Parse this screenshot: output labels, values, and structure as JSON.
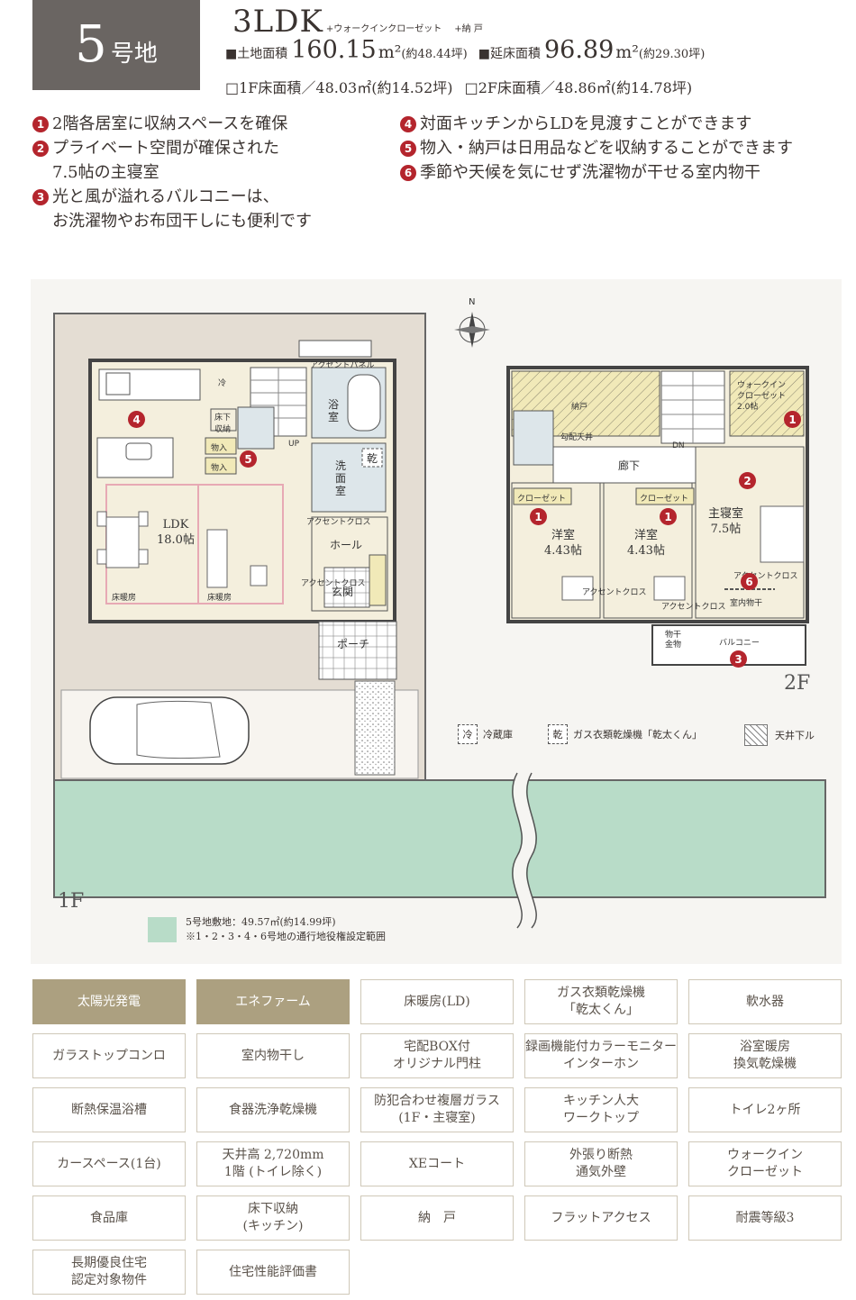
{
  "header": {
    "lot_number": "5",
    "lot_suffix": "号地",
    "layout": "3LDK",
    "layout_extra1": "+ウォークインクローゼット",
    "layout_extra2": "+納 戸",
    "land_label": "■土地面積",
    "land_value": "160.15",
    "land_unit": "m²",
    "land_tsubo": "(約48.44坪)",
    "floor_label": "■延床面積",
    "floor_value": "96.89",
    "floor_unit": "m²",
    "floor_tsubo": "(約29.30坪)",
    "floor1": "□1F床面積／48.03㎡(約14.52坪)",
    "floor2": "□2F床面積／48.86㎡(約14.78坪)"
  },
  "features_left": [
    {
      "n": "1",
      "text": "2階各居室に収納スペースを確保"
    },
    {
      "n": "2",
      "text": "プライベート空間が確保された\n7.5帖の主寝室"
    },
    {
      "n": "3",
      "text": "光と風が溢れるバルコニーは、\nお洗濯物やお布団干しにも便利です"
    }
  ],
  "features_right": [
    {
      "n": "4",
      "text": "対面キッチンからLDを見渡すことができます"
    },
    {
      "n": "5",
      "text": "物入・納戸は日用品などを収納することができます"
    },
    {
      "n": "6",
      "text": "季節や天候を気にせず洗濯物が干せる室内物干"
    }
  ],
  "plan": {
    "compass": "N",
    "floor1_tag": "1F",
    "floor2_tag": "2F",
    "f1": {
      "fridge": "冷",
      "underfloor": "床下\n収納",
      "storage1": "物入",
      "storage2": "物入",
      "up": "UP",
      "accent_panel": "アクセントパネル",
      "bath": "浴\n室",
      "dryer": "乾",
      "washroom": "洗\n面\n室",
      "accent_cross1": "アクセントクロス",
      "hall": "ホール",
      "accent_cross2": "アクセントクロス",
      "entrance": "玄関",
      "porch": "ポーチ",
      "ldk_name": "LDK",
      "ldk_size": "18.0帖",
      "floor_heat1": "床暖房",
      "floor_heat2": "床暖房"
    },
    "f2": {
      "closet_room": "納戸",
      "sloped_ceiling": "勾配天井",
      "dn": "DN",
      "wic": "ウォークイン\nクローゼット\n2.0帖",
      "corridor": "廊下",
      "closet1": "クローゼット",
      "closet2": "クローゼット",
      "room1_name": "洋室",
      "room1_size": "4.43帖",
      "room2_name": "洋室",
      "room2_size": "4.43帖",
      "master_name": "主寝室",
      "master_size": "7.5帖",
      "indoor_dry": "室内物干",
      "accent_a": "アクセントクロス",
      "accent_b": "アクセントクロス",
      "accent_c": "アクセントクロス",
      "hanger": "物干\n金物",
      "balcony": "バルコニー"
    },
    "legend": {
      "fridge_sym": "冷",
      "fridge_text": "冷蔵庫",
      "dryer_sym": "乾",
      "dryer_text": "ガス衣類乾燥機「乾太くん」",
      "ceiling_text": "天井下ル"
    },
    "note_line1": "5号地敷地：49.57㎡(約14.99坪)",
    "note_line2": "※1・2・3・4・6号地の通行地役権設定範囲"
  },
  "specs": [
    {
      "label": "太陽光発電",
      "on": true
    },
    {
      "label": "エネファーム",
      "on": true
    },
    {
      "label": "床暖房(LD)",
      "on": false
    },
    {
      "label": "ガス衣類乾燥機\n「乾太くん」",
      "on": false
    },
    {
      "label": "軟水器",
      "on": false
    },
    {
      "label": "ガラストップコンロ",
      "on": false
    },
    {
      "label": "室内物干し",
      "on": false
    },
    {
      "label": "宅配BOX付\nオリジナル門柱",
      "on": false
    },
    {
      "label": "録画機能付カラーモニター\nインターホン",
      "on": false
    },
    {
      "label": "浴室暖房\n換気乾燥機",
      "on": false
    },
    {
      "label": "断熱保温浴槽",
      "on": false
    },
    {
      "label": "食器洗浄乾燥機",
      "on": false
    },
    {
      "label": "防犯合わせ複層ガラス\n(1F・主寝室)",
      "on": false
    },
    {
      "label": "キッチン人大\nワークトップ",
      "on": false
    },
    {
      "label": "トイレ2ヶ所",
      "on": false
    },
    {
      "label": "カースペース(1台)",
      "on": false
    },
    {
      "label": "天井高 2,720mm\n1階 (トイレ除く)",
      "on": false
    },
    {
      "label": "XEコート",
      "on": false
    },
    {
      "label": "外張り断熱\n通気外壁",
      "on": false
    },
    {
      "label": "ウォークイン\nクローゼット",
      "on": false
    },
    {
      "label": "食品庫",
      "on": false
    },
    {
      "label": "床下収納\n(キッチン)",
      "on": false
    },
    {
      "label": "納　戸",
      "on": false
    },
    {
      "label": "フラットアクセス",
      "on": false
    },
    {
      "label": "耐震等級3",
      "on": false
    },
    {
      "label": "長期優良住宅\n認定対象物件",
      "on": false
    },
    {
      "label": "住宅性能評価書",
      "on": false
    }
  ]
}
